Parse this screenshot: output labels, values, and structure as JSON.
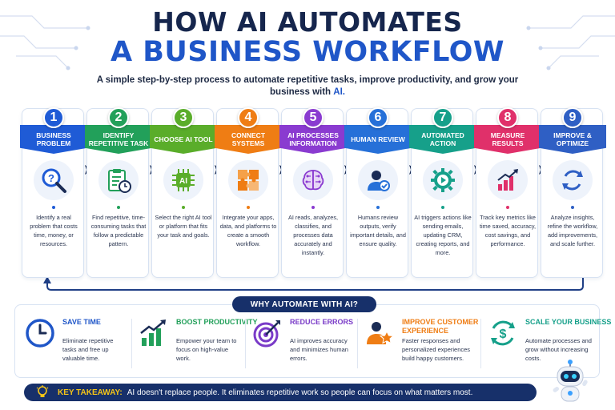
{
  "header": {
    "title_line1": "HOW AI AUTOMATES",
    "title_line2": "A BUSINESS WORKFLOW",
    "subtitle_main": "A simple step-by-step process to automate repetitive tasks, improve productivity, and grow your business with ",
    "subtitle_ai": "AI."
  },
  "steps": [
    {
      "num": "1",
      "title": "BUSINESS PROBLEM",
      "desc": "Identify a real problem that costs time, money, or resources.",
      "color": "#1f5bd6",
      "icon": "magnifier-question-icon"
    },
    {
      "num": "2",
      "title": "IDENTIFY REPETITIVE TASK",
      "desc": "Find repetitive, time-consuming tasks that follow a predictable pattern.",
      "color": "#22a05a",
      "icon": "clipboard-clock-icon"
    },
    {
      "num": "3",
      "title": "CHOOSE AI TOOL",
      "desc": "Select the right AI tool or platform that fits your task and goals.",
      "color": "#5aad2a",
      "icon": "ai-chip-icon"
    },
    {
      "num": "4",
      "title": "CONNECT SYSTEMS",
      "desc": "Integrate your apps, data, and platforms to create a smooth workflow.",
      "color": "#ef7d14",
      "icon": "puzzle-icon"
    },
    {
      "num": "5",
      "title": "AI PROCESSES INFORMATION",
      "desc": "AI reads, analyzes, classifies, and processes data accurately and instantly.",
      "color": "#8a3bd0",
      "icon": "brain-circuit-icon"
    },
    {
      "num": "6",
      "title": "HUMAN REVIEW",
      "desc": "Humans review outputs, verify important details, and ensure quality.",
      "color": "#2670d8",
      "icon": "person-check-icon"
    },
    {
      "num": "7",
      "title": "AUTOMATED ACTION",
      "desc": "AI triggers actions like sending emails, updating CRM, creating reports, and more.",
      "color": "#16a08a",
      "icon": "play-gear-icon"
    },
    {
      "num": "8",
      "title": "MEASURE RESULTS",
      "desc": "Track key metrics like time saved, accuracy, cost savings, and performance.",
      "color": "#e0306a",
      "icon": "growth-chart-icon"
    },
    {
      "num": "9",
      "title": "IMPROVE & OPTIMIZE",
      "desc": "Analyze insights, refine the workflow, add improvements, and scale further.",
      "color": "#2f5fc4",
      "icon": "refresh-cycle-icon"
    }
  ],
  "why": {
    "label": "WHY AUTOMATE WITH AI?",
    "benefits": [
      {
        "title": "SAVE TIME",
        "text": "Eliminate repetitive tasks and free up valuable time.",
        "color": "#1f56c8",
        "icon": "clock-icon"
      },
      {
        "title": "BOOST PRODUCTIVITY",
        "text": "Empower your team to focus on high-value work.",
        "color": "#22a05a",
        "icon": "bar-growth-icon"
      },
      {
        "title": "REDUCE ERRORS",
        "text": "AI improves accuracy and minimizes human errors.",
        "color": "#7a3bc8",
        "icon": "target-icon"
      },
      {
        "title": "IMPROVE CUSTOMER EXPERIENCE",
        "text": "Faster responses and personalized experiences build happy customers.",
        "color": "#ef7d14",
        "icon": "customer-star-icon"
      },
      {
        "title": "SCALE YOUR BUSINESS",
        "text": "Automate processes and grow without increasing costs.",
        "color": "#16a08a",
        "icon": "dollar-cycle-icon"
      }
    ]
  },
  "takeaway": {
    "label": "KEY TAKEAWAY:",
    "text": "AI doesn't replace people. It eliminates repetitive work so people can focus on what matters most."
  }
}
